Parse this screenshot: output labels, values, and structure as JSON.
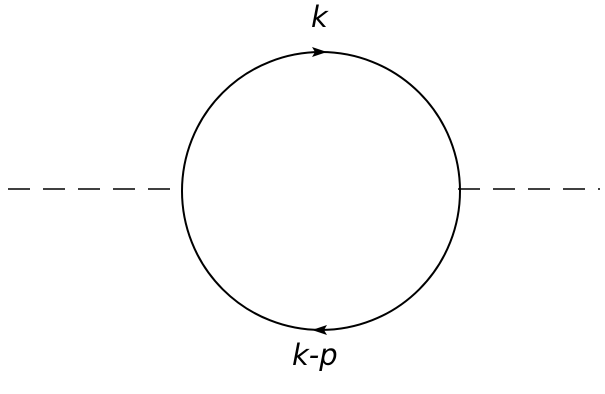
{
  "diagram": {
    "type": "feynman-loop",
    "top_propagator_label": "k",
    "bottom_propagator_label": "k-p",
    "external_lines": "dashed",
    "loop_line": "solid",
    "top_arrow_direction": "right",
    "bottom_arrow_direction": "left",
    "colors": {
      "line": "#000000",
      "background": "#ffffff"
    }
  }
}
